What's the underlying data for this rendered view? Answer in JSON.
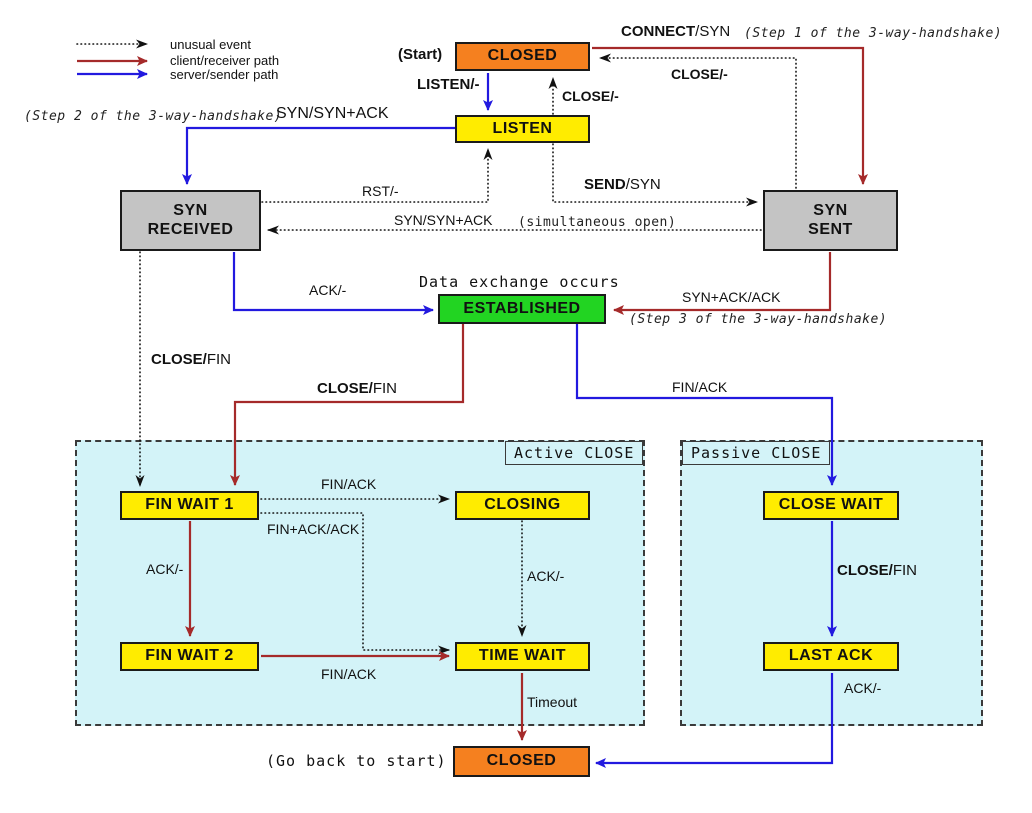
{
  "title": "TCP state transition diagram",
  "colors": {
    "black": "#111111",
    "red": "#a52a2a",
    "blue": "#2219df",
    "state_yellow": "#ffec00",
    "state_orange": "#f5801f",
    "state_green": "#22d422",
    "state_gray": "#c4c4c4",
    "region_bg": "#d3f3f8",
    "region_border": "#3a3a3a"
  },
  "legend": {
    "items": [
      {
        "label": "unusual event",
        "style": "dotted-black"
      },
      {
        "label": "client/receiver path",
        "style": "solid-red"
      },
      {
        "label": "server/sender path",
        "style": "solid-blue"
      }
    ]
  },
  "states": {
    "closed_top": {
      "label": "CLOSED"
    },
    "listen": {
      "label": "LISTEN"
    },
    "syn_received": {
      "line1": "SYN",
      "line2": "RECEIVED"
    },
    "syn_sent": {
      "line1": "SYN",
      "line2": "SENT"
    },
    "established": {
      "label": "ESTABLISHED"
    },
    "fin_wait_1": {
      "label": "FIN WAIT 1"
    },
    "closing": {
      "label": "CLOSING"
    },
    "close_wait": {
      "label": "CLOSE WAIT"
    },
    "fin_wait_2": {
      "label": "FIN WAIT 2"
    },
    "time_wait": {
      "label": "TIME WAIT"
    },
    "last_ack": {
      "label": "LAST ACK"
    },
    "closed_bottom": {
      "label": "CLOSED"
    }
  },
  "annotations": {
    "start": "(Start)",
    "step1": "(Step 1 of the 3-way-handshake)",
    "step2": "(Step 2 of the 3-way-handshake)",
    "step3": "(Step 3 of the 3-way-handshake)",
    "simultaneous": "(simultaneous open)",
    "data_exchange": "Data exchange occurs",
    "active_close": "Active CLOSE",
    "passive_close": "Passive CLOSE",
    "go_back": "(Go back to start)"
  },
  "transitions": {
    "connect_syn": {
      "b": "CONNECT",
      "r": "/SYN"
    },
    "close_top": {
      "b": "CLOSE/-",
      "r": ""
    },
    "listen_dash": {
      "b": "LISTEN/-",
      "r": ""
    },
    "close_listen": {
      "b": "CLOSE/-",
      "r": ""
    },
    "syn_synack_step2": {
      "b": "",
      "r": "SYN/SYN+ACK"
    },
    "rst": {
      "b": "",
      "r": "RST/-"
    },
    "send_syn": {
      "b": "SEND",
      "r": "/SYN"
    },
    "syn_synack_sim": {
      "b": "",
      "r": "SYN/SYN+ACK"
    },
    "ack_est": {
      "b": "",
      "r": "ACK/-"
    },
    "synack_ack": {
      "b": "",
      "r": "SYN+ACK/ACK"
    },
    "close_fin_left": {
      "b": "CLOSE/",
      "r": "FIN"
    },
    "close_fin_mid": {
      "b": "CLOSE/",
      "r": "FIN"
    },
    "fin_ack_right": {
      "b": "",
      "r": "FIN/ACK"
    },
    "fin_ack_fw1": {
      "b": "",
      "r": "FIN/ACK"
    },
    "finack_ack": {
      "b": "",
      "r": "FIN+ACK/ACK"
    },
    "ack_fw1": {
      "b": "",
      "r": "ACK/-"
    },
    "ack_closing": {
      "b": "",
      "r": "ACK/-"
    },
    "close_fin_cw": {
      "b": "CLOSE/",
      "r": "FIN"
    },
    "fin_ack_fw2": {
      "b": "",
      "r": "FIN/ACK"
    },
    "ack_lastack": {
      "b": "",
      "r": "ACK/-"
    },
    "timeout": {
      "b": "",
      "r": "Timeout"
    }
  }
}
